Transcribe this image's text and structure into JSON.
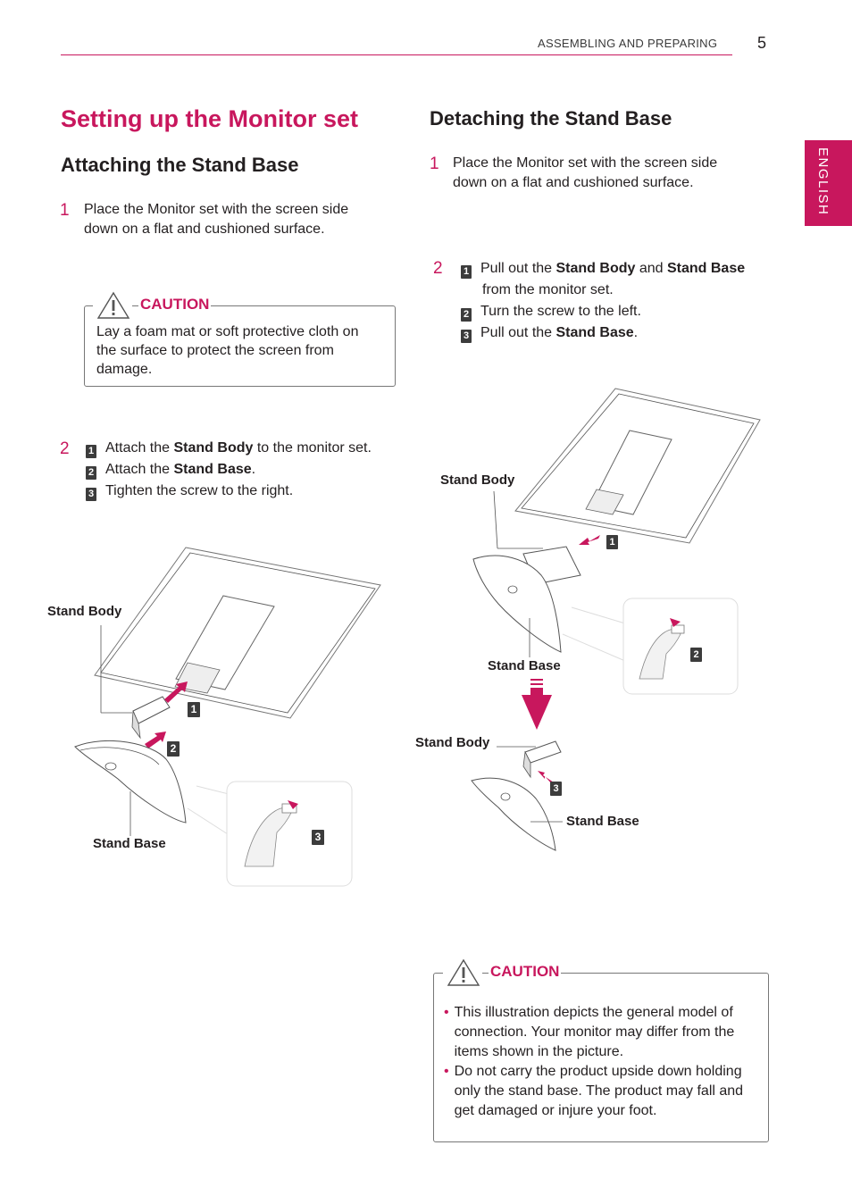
{
  "header": {
    "section": "ASSEMBLING AND PREPARING",
    "page_number": "5"
  },
  "language_tab": "ENGLISH",
  "page_title": "Setting up the Monitor set",
  "attaching": {
    "heading": "Attaching the Stand Base",
    "step1": {
      "num": "1",
      "text": "Place the Monitor set with the screen side down on a flat and cushioned surface."
    },
    "caution": {
      "title": "CAUTION",
      "text": "Lay a foam mat or soft protective cloth on the surface to protect the screen from damage."
    },
    "step2": {
      "num": "2",
      "sub1": {
        "badge": "1",
        "pre": "Attach the ",
        "bold": "Stand Body",
        "post": " to the monitor set."
      },
      "sub2": {
        "badge": "2",
        "pre": "Attach the ",
        "bold": "Stand Base",
        "post": "."
      },
      "sub3": {
        "badge": "3",
        "text": "Tighten the screw to the right."
      }
    },
    "figure": {
      "label_body": "Stand Body",
      "label_base": "Stand Base",
      "marker1": "1",
      "marker2": "2",
      "marker3": "3"
    }
  },
  "detaching": {
    "heading": "Detaching the Stand Base",
    "step1": {
      "num": "1",
      "text": "Place the Monitor set with the screen side down on a flat and cushioned surface."
    },
    "step2": {
      "num": "2",
      "sub1": {
        "badge": "1",
        "pre": "Pull out the ",
        "bold1": "Stand Body",
        "mid": " and ",
        "bold2": "Stand Base",
        "line2": "from the monitor set."
      },
      "sub2": {
        "badge": "2",
        "text": "Turn the screw to the left."
      },
      "sub3": {
        "badge": "3",
        "pre": "Pull out the ",
        "bold": "Stand Base",
        "post": "."
      }
    },
    "figure": {
      "label_body_top": "Stand Body",
      "label_base_top": "Stand Base",
      "label_body_bottom": "Stand Body",
      "label_base_bottom": "Stand Base",
      "marker1": "1",
      "marker2": "2",
      "marker3": "3"
    },
    "caution": {
      "title": "CAUTION",
      "bullets": [
        "This illustration depicts the general model of connection. Your monitor may differ from the items shown in the picture.",
        "Do not carry the product upside down holding only the stand base. The product may fall and get damaged or injure your foot."
      ]
    }
  },
  "colors": {
    "accent": "#c8175d",
    "text": "#231f20"
  }
}
